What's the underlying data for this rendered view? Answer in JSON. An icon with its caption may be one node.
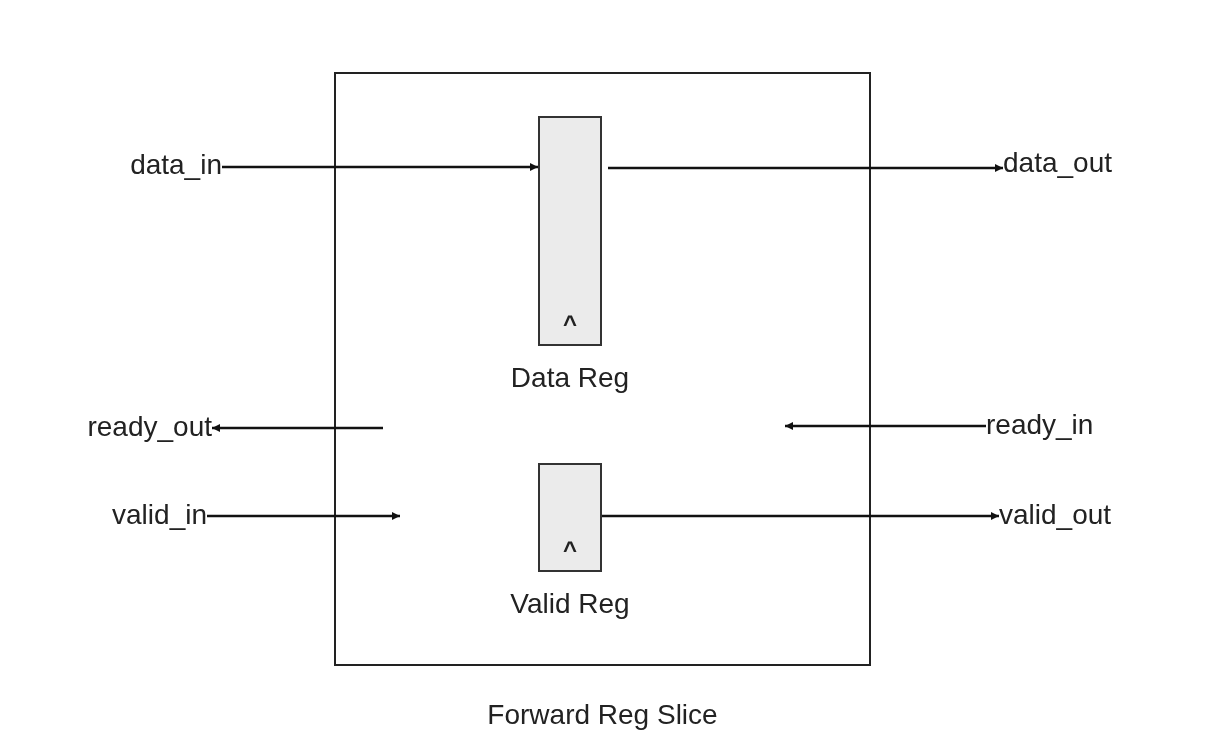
{
  "diagram": {
    "nodes": [
      {
        "text": [
          "Forward Reg Slice"
        ]
      },
      {
        "text": [
          "^",
          "Data Reg"
        ],
        "in": 0
      },
      {
        "text": [
          "^",
          "Valid Reg"
        ],
        "in": 0
      },
      {
        "text": [
          "data_in"
        ]
      },
      {
        "text": [
          "data_out"
        ]
      },
      {
        "text": [
          "ready_out"
        ]
      },
      {
        "text": [
          "ready_in"
        ]
      },
      {
        "text": [
          "valid_in"
        ]
      },
      {
        "text": [
          "valid_out"
        ]
      }
    ],
    "edges": [
      {
        "from": 3,
        "to": 1,
        "arrow": "to"
      },
      {
        "from": 1,
        "to": 4,
        "arrow": "to"
      },
      {
        "from": null,
        "to": 5,
        "arrow": "to"
      },
      {
        "from": 6,
        "to": null,
        "arrow": "to"
      },
      {
        "from": 7,
        "to": null,
        "arrow": "to"
      },
      {
        "from": 2,
        "to": 8,
        "arrow": "to"
      }
    ]
  }
}
